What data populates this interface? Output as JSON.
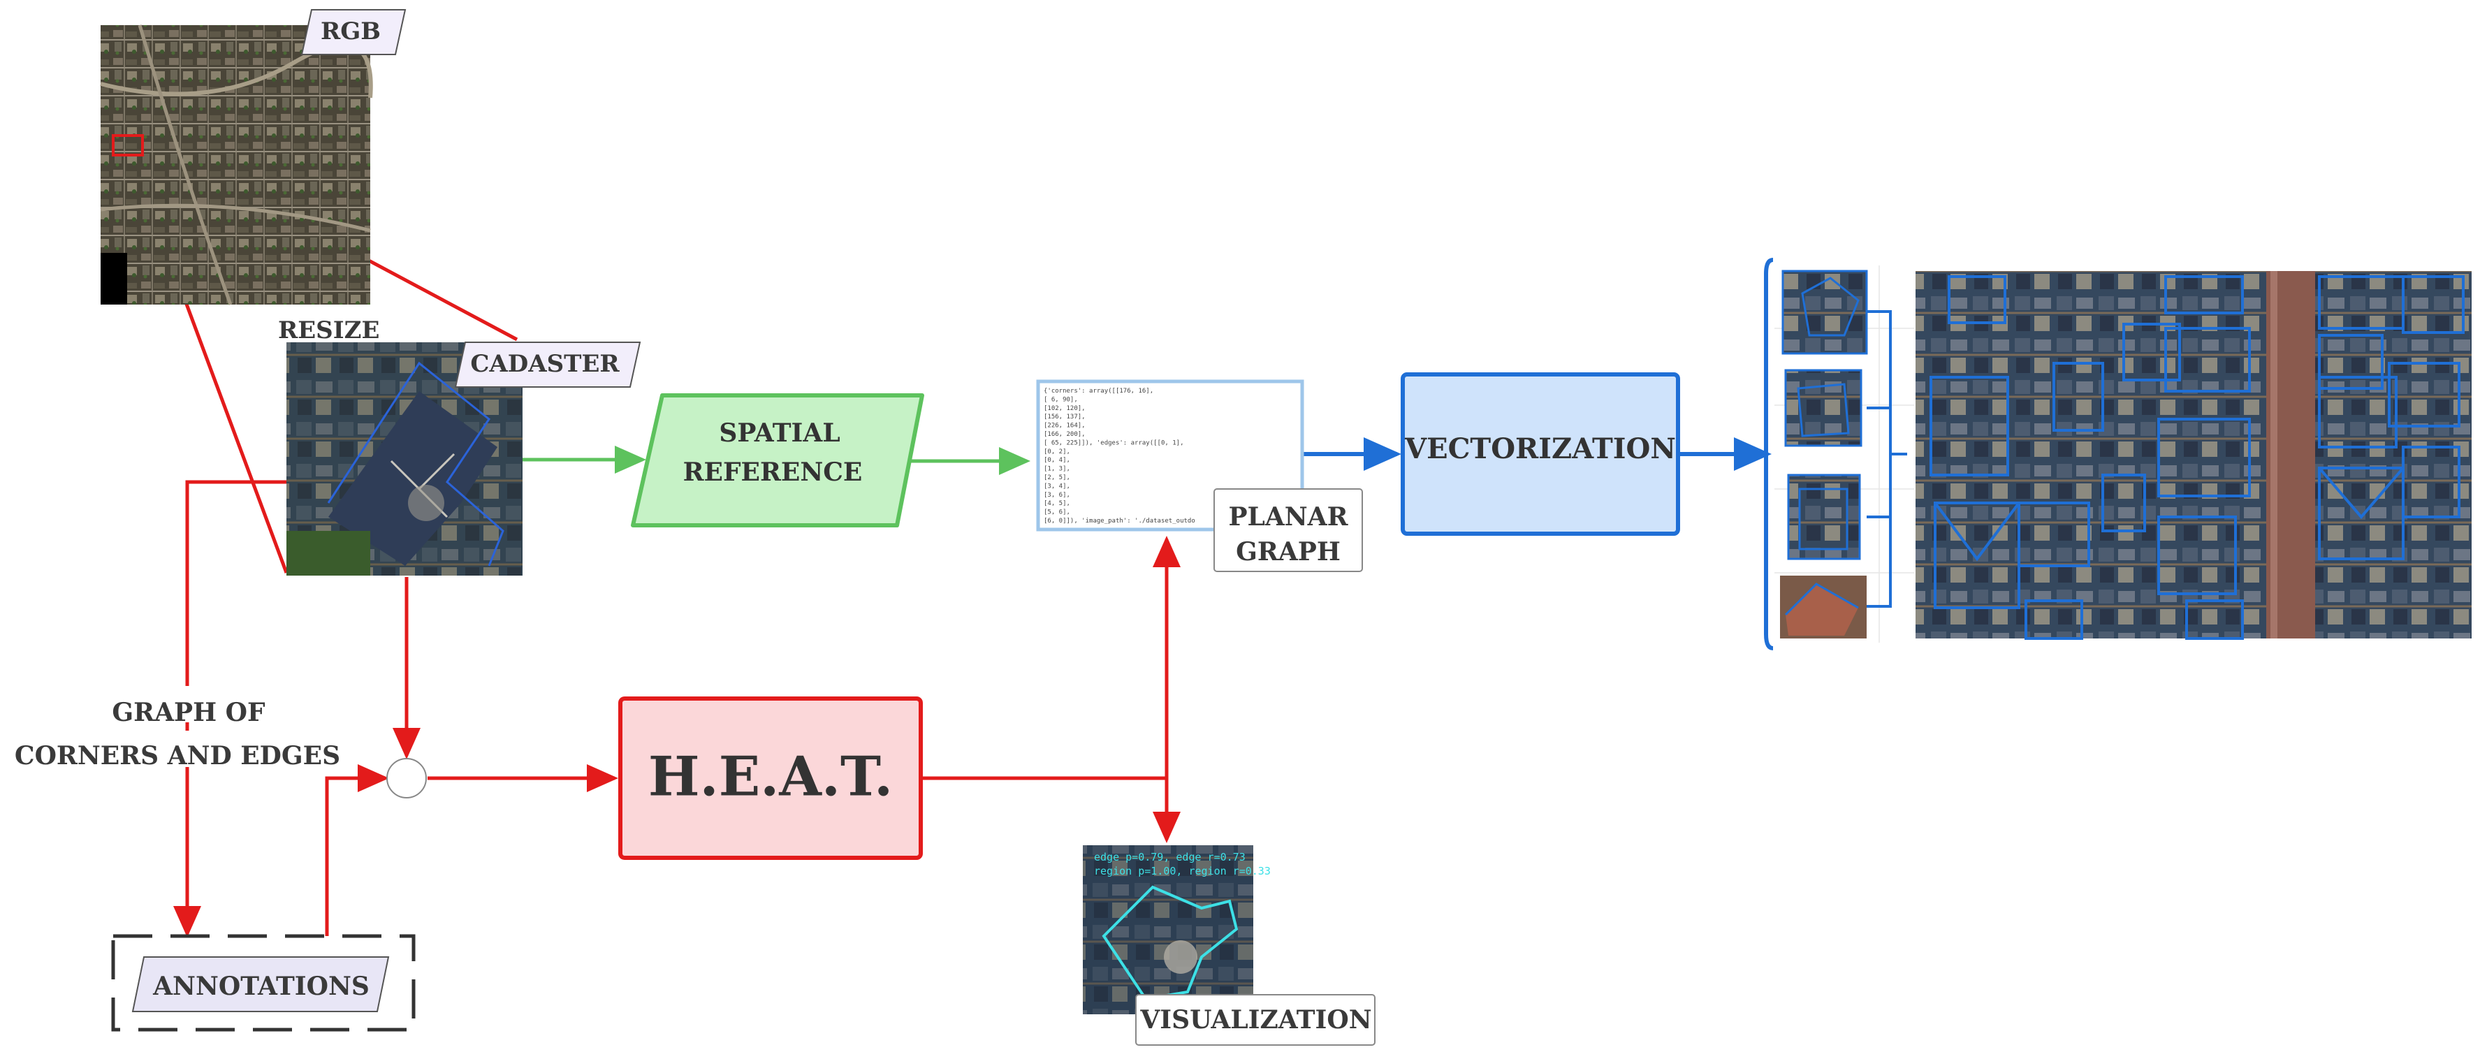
{
  "labels": {
    "rgb": "RGB",
    "resize": "RESIZE",
    "cadaster": "CADASTER",
    "spatial_reference_line1": "SPATIAL",
    "spatial_reference_line2": "REFERENCE",
    "planar_graph_line1": "PLANAR",
    "planar_graph_line2": "GRAPH",
    "vectorization": "VECTORIZATION",
    "heat": "H.E.A.T.",
    "graph_of_line1": "GRAPH OF",
    "graph_of_line2": "CORNERS AND EDGES",
    "annotations": "ANNOTATIONS",
    "visualization": "VISUALIZATION"
  },
  "planar_graph_code": [
    "{'corners': array([[176,  16],",
    "       [ 6,  90],",
    "       [102, 120],",
    "       [156, 137],",
    "       [226, 164],",
    "       [166, 200],",
    "       [ 65, 225]]), 'edges': array([[0, 1],",
    "       [0, 2],",
    "       [0, 4],",
    "       [1, 3],",
    "       [2, 5],",
    "       [3, 4],",
    "       [3, 6],",
    "       [4, 5],",
    "       [5, 6],",
    "       [6, 0]]), 'image_path': './dataset_outdo"
  ],
  "visualization_overlay": {
    "line1": "edge p=0.79, edge r=0.73",
    "line2": "region p=1.00, region r=0.33"
  },
  "colors": {
    "red": "#e31b1b",
    "green": "#5dc25d",
    "blue": "#1f6fd6",
    "green_fill": "#c6f2c6",
    "blue_fill": "#cfe3fb",
    "red_fill": "#fbd7d9",
    "label_fill": "#f2eefb"
  }
}
